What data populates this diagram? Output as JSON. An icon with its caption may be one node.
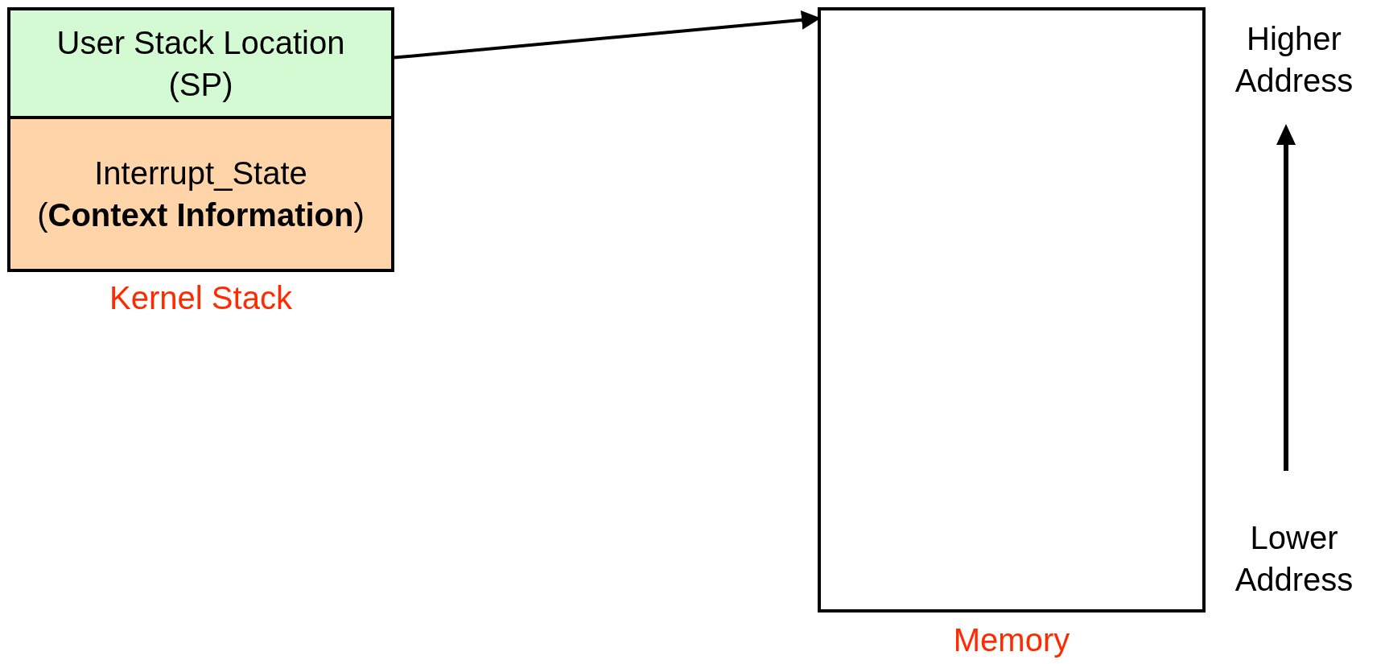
{
  "diagram": {
    "nodes": [
      {
        "text": [
          "Kernel Stack"
        ]
      },
      {
        "text": [
          "User Stack Location (SP)"
        ],
        "in": 0
      },
      {
        "text": [
          "Interrupt_State (**Context Information**)"
        ],
        "in": 0
      },
      {
        "text": [
          "Memory"
        ]
      }
    ],
    "edges": [
      {
        "from": 1,
        "to": 3,
        "arrow": "to"
      }
    ],
    "labels": [
      "Higher Address",
      "Lower Address"
    ]
  }
}
